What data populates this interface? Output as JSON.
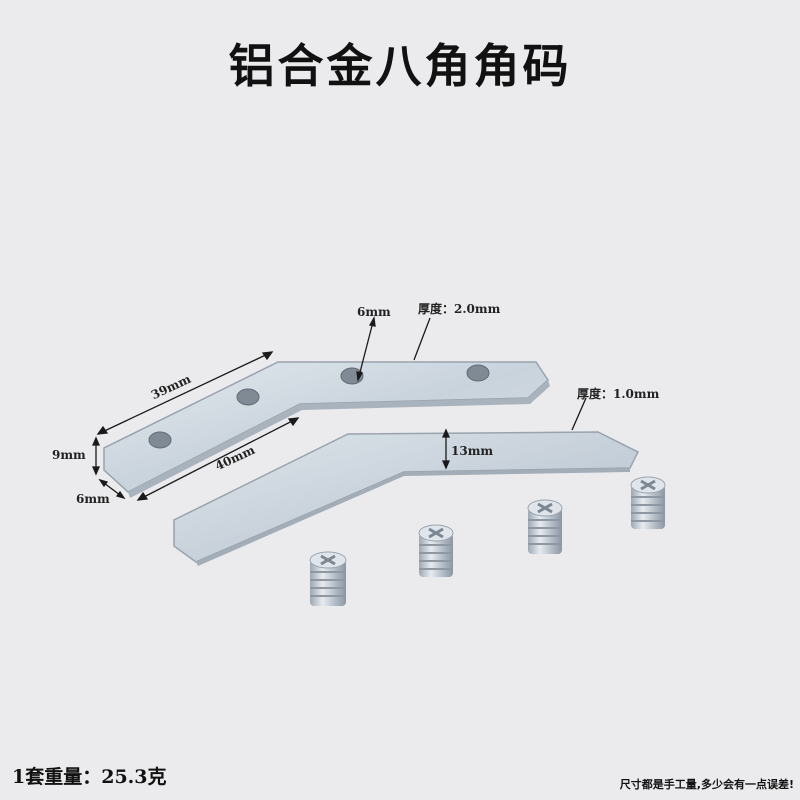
{
  "title": "铝合金八角角码",
  "labels": {
    "dim_39": "39mm",
    "dim_40": "40mm",
    "dim_9": "9mm",
    "dim_6_bottom": "6mm",
    "dim_6_top": "6mm",
    "dim_13": "13mm",
    "thickness_thick": "厚度：2.0mm",
    "thickness_thin": "厚度：1.0mm"
  },
  "weight_text": "1套重量：25.3克",
  "disclaimer": "尺寸都是手工量,多少会有一点误差!",
  "colors": {
    "background": "#ebebed",
    "metal": "#cdd6df",
    "metal_edge": "#9aa6b2"
  }
}
